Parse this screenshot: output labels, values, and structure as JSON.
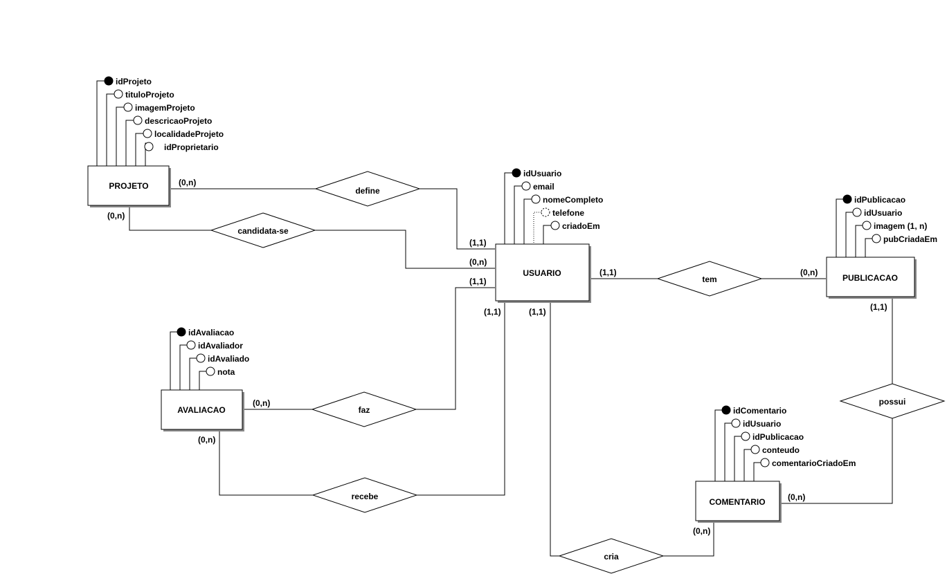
{
  "entities": {
    "projeto": "PROJETO",
    "usuario": "USUARIO",
    "publicacao": "PUBLICACAO",
    "avaliacao": "AVALIACAO",
    "comentario": "COMENTARIO"
  },
  "relationships": {
    "define": "define",
    "candidata": "candidata-se",
    "tem": "tem",
    "faz": "faz",
    "recebe": "recebe",
    "possui": "possui",
    "cria": "cria"
  },
  "attributes": {
    "projeto": [
      "idProjeto",
      "tituloProjeto",
      "imagemProjeto",
      "descricaoProjeto",
      "localidadeProjeto",
      "idProprietario"
    ],
    "usuario": [
      "idUsuario",
      "email",
      "nomeCompleto",
      "telefone",
      "criadoEm"
    ],
    "publicacao": [
      "idPublicacao",
      "idUsuario",
      "imagem (1, n)",
      "pubCriadaEm"
    ],
    "avaliacao": [
      "idAvaliacao",
      "idAvaliador",
      "idAvaliado",
      "nota"
    ],
    "comentario": [
      "idComentario",
      "idUsuario",
      "idPublicacao",
      "conteudo",
      "comentarioCriadoEm"
    ]
  },
  "cardinalities": {
    "projeto_define": "(0,n)",
    "projeto_candidata": "(0,n)",
    "usuario_define": "(1,1)",
    "usuario_candidata": "(0,n)",
    "usuario_faz": "(1,1)",
    "usuario_recebe": "(1,1)",
    "usuario_cria": "(1,1)",
    "usuario_tem": "(1,1)",
    "publicacao_tem": "(0,n)",
    "publicacao_possui": "(1,1)",
    "avaliacao_faz": "(0,n)",
    "avaliacao_recebe": "(0,n)",
    "comentario_possui": "(0,n)",
    "comentario_cria": "(0,n)"
  }
}
